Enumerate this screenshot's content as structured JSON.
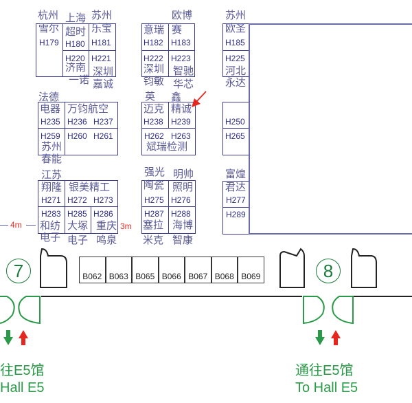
{
  "booth_codes": [
    "H179",
    "H180",
    "H181",
    "H220",
    "H221",
    "H182",
    "H183",
    "H222",
    "H223",
    "H185",
    "H225",
    "H235",
    "H236",
    "H237",
    "H259",
    "H260",
    "H261",
    "H238",
    "H239",
    "H262",
    "H263",
    "H250",
    "H265",
    "H271",
    "H272",
    "H273",
    "H283",
    "H285",
    "H286",
    "H275",
    "H276",
    "H287",
    "H288",
    "H277",
    "H289"
  ],
  "exhibitor_labels": [
    "杭州",
    "上海",
    "苏州",
    "雪尔",
    "超时",
    "乐宝",
    "济南",
    "一诺",
    "深圳",
    "嘉诚",
    "意瑞",
    "欧博",
    "赛",
    "深圳",
    "智驰",
    "钧敏",
    "华芯",
    "英",
    "鑫",
    "迈克",
    "精诚",
    "斌瑞检测",
    "苏州",
    "欧圣",
    "河北",
    "永达",
    "法德",
    "电器",
    "万钧航空",
    "苏州",
    "春能",
    "江苏",
    "翔隆",
    "银美精工",
    "和纺",
    "大塚",
    "重庆",
    "电子",
    "电子",
    "鸣泉",
    "强光",
    "明帅",
    "陶瓷",
    "照明",
    "塞拉",
    "海博",
    "米克",
    "智康",
    "富煌",
    "君达"
  ],
  "b_row": [
    "B062",
    "B063",
    "B065",
    "B066",
    "B067",
    "B068",
    "B069"
  ],
  "dimensions": {
    "left": "4m",
    "right": "3m"
  },
  "entrances": {
    "left_number": "7",
    "right_number": "8"
  },
  "exits": {
    "left_cn": "往E5馆",
    "left_en": "Hall E5",
    "right_cn": "通往E5馆",
    "right_en": "To Hall E5"
  },
  "colors": {
    "booth_border": "#3b3b8f",
    "highlight_arrow": "#e5281f",
    "exit_green": "#2a9a48"
  }
}
